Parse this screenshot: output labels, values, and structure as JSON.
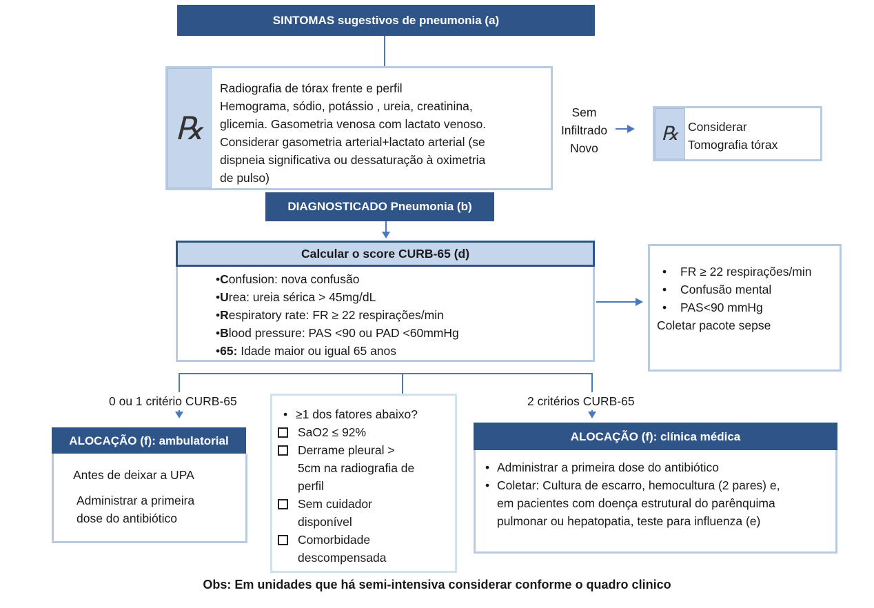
{
  "top": {
    "title": "SINTOMAS sugestivos de pneumonia (a)"
  },
  "exams": {
    "rx_symbol": "℞",
    "lines": [
      "Radiografia de tórax frente e perfil",
      "Hemograma, sódio, potássio , ureia, creatinina,",
      "glicemia. Gasometria venosa com lactato venoso.",
      "Considerar  gasometria arterial+lactato arterial  (se",
      "dispneia significativa ou dessaturação à oximetria",
      "de pulso)"
    ]
  },
  "no_infiltrate": {
    "label_lines": [
      "Sem",
      "Infiltrado",
      "Novo"
    ],
    "rx_symbol": "℞",
    "lines": [
      "Considerar",
      "Tomografia tórax"
    ]
  },
  "diagnosed": {
    "title": "DIAGNOSTICADO Pneumonia (b)"
  },
  "curb": {
    "title": "Calcular o score CURB-65 (d)",
    "items": [
      {
        "letter": "C",
        "rest": "onfusion: nova confusão"
      },
      {
        "letter": "U",
        "rest": "rea: ureia sérica > 45mg/dL"
      },
      {
        "letter": "R",
        "rest": "espiratory rate: FR  ≥ 22 respirações/min"
      },
      {
        "letter": "B",
        "rest": "lood pressure: PAS <90 ou PAD <60mmHg"
      },
      {
        "letter": "65:",
        "rest": " Idade maior ou igual 65 anos"
      }
    ]
  },
  "sepsis": {
    "bullets": [
      "FR ≥ 22 respirações/min",
      "Confusão mental",
      "PAS<90 mmHg"
    ],
    "footer": "Coletar pacote sepse"
  },
  "branch_left": {
    "label": "0 ou 1 critério CURB-65"
  },
  "branch_right": {
    "label": "2 critérios CURB-65"
  },
  "ambulatorial": {
    "title": "ALOCAÇÃO (f): ambulatorial",
    "line1": "Antes de deixar a UPA",
    "line2a": "Administrar a primeira",
    "line2b": "dose  do antibiótico"
  },
  "factors": {
    "question": "≥1 dos fatores abaixo?",
    "items": [
      [
        "SaO2 ≤ 92%"
      ],
      [
        "Derrame pleural >",
        "5cm na radiografia de",
        "perfil"
      ],
      [
        "Sem cuidador",
        "disponível"
      ],
      [
        "Comorbidade",
        "descompensada"
      ]
    ]
  },
  "clinica": {
    "title": "ALOCAÇÃO (f): clínica médica",
    "bullet1": "Administrar a primeira dose do antibiótico",
    "bullet2_lines": [
      "Coletar: Cultura de escarro, hemocultura (2 pares) e,",
      "em pacientes com doença estrutural do parênquima",
      "pulmonar ou hepatopatia, teste para influenza (e)"
    ]
  },
  "note": "Obs: Em unidades que há semi-intensiva considerar conforme o quadro clinico",
  "colors": {
    "header": "#2e5488",
    "frame": "#b9cbe0",
    "rx_strip": "#c5d6ec",
    "connector": "#4a7ab8"
  }
}
